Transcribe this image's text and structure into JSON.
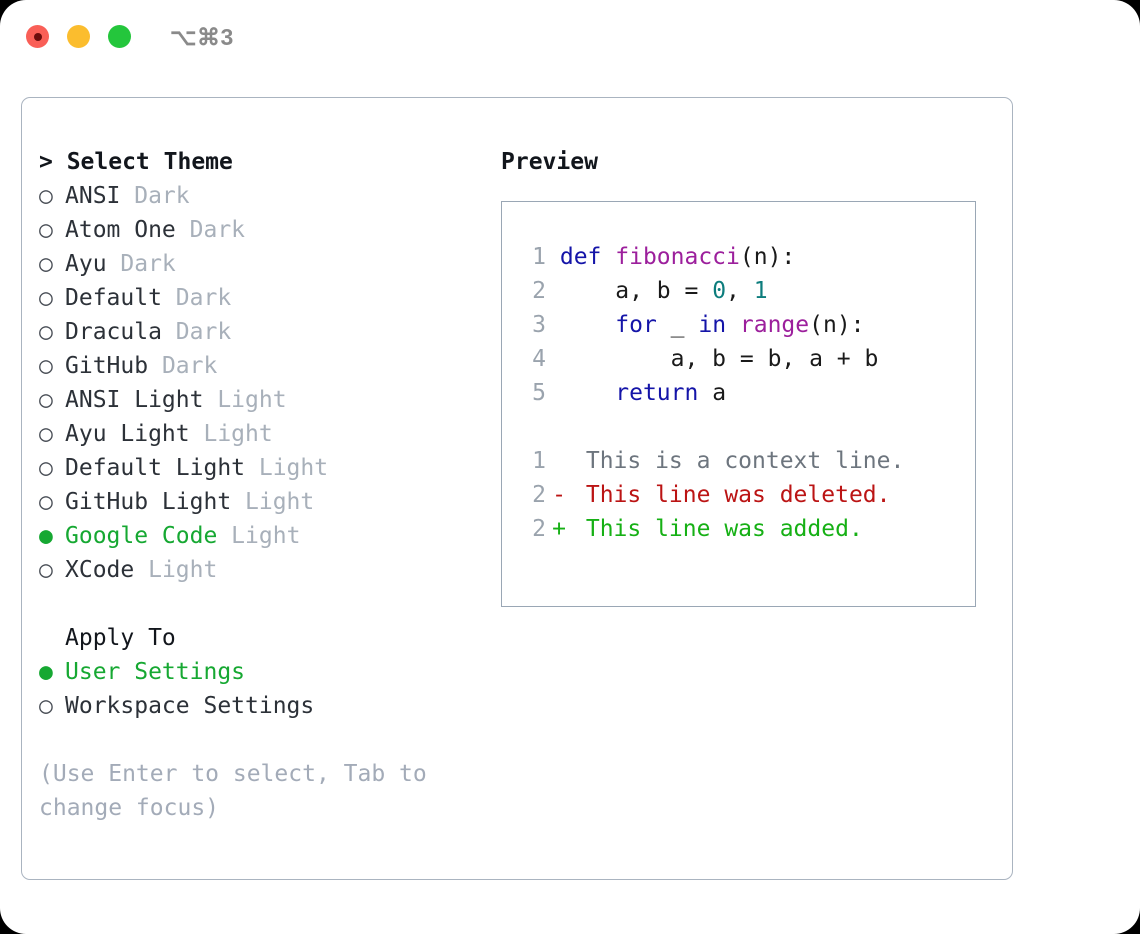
{
  "titlebar": {
    "shortcut": "⌥⌘3",
    "buttons": [
      {
        "name": "close-button",
        "color": "#f95f57"
      },
      {
        "name": "minimize-button",
        "color": "#fbbd2e"
      },
      {
        "name": "maximize-button",
        "color": "#24c63c"
      }
    ]
  },
  "theme_picker": {
    "title": "> Select Theme",
    "marker_selected": "●",
    "marker_unselected": "○",
    "options": [
      {
        "name": "ANSI",
        "variant": "Dark",
        "selected": false
      },
      {
        "name": "Atom One",
        "variant": "Dark",
        "selected": false
      },
      {
        "name": "Ayu",
        "variant": "Dark",
        "selected": false
      },
      {
        "name": "Default",
        "variant": "Dark",
        "selected": false
      },
      {
        "name": "Dracula",
        "variant": "Dark",
        "selected": false
      },
      {
        "name": "GitHub",
        "variant": "Dark",
        "selected": false
      },
      {
        "name": "ANSI Light",
        "variant": "Light",
        "selected": false
      },
      {
        "name": "Ayu Light",
        "variant": "Light",
        "selected": false
      },
      {
        "name": "Default Light",
        "variant": "Light",
        "selected": false
      },
      {
        "name": "GitHub Light",
        "variant": "Light",
        "selected": false
      },
      {
        "name": "Google Code",
        "variant": "Light",
        "selected": true
      },
      {
        "name": "XCode",
        "variant": "Light",
        "selected": false
      }
    ]
  },
  "apply_to": {
    "title": "Apply To",
    "options": [
      {
        "name": "User Settings",
        "selected": true
      },
      {
        "name": "Workspace Settings",
        "selected": false
      }
    ]
  },
  "hint": "(Use Enter to select, Tab to change focus)",
  "preview": {
    "title": "Preview",
    "code_lines": [
      {
        "lineno": "1",
        "tokens": [
          {
            "text": "def ",
            "type": "kw"
          },
          {
            "text": "fibonacci",
            "type": "fn"
          },
          {
            "text": "(n):",
            "type": "punc"
          }
        ]
      },
      {
        "lineno": "2",
        "tokens": [
          {
            "text": "    a, b = ",
            "type": "plain"
          },
          {
            "text": "0",
            "type": "num"
          },
          {
            "text": ", ",
            "type": "punc"
          },
          {
            "text": "1",
            "type": "num"
          }
        ]
      },
      {
        "lineno": "3",
        "tokens": [
          {
            "text": "    for",
            "type": "kw"
          },
          {
            "text": " _ ",
            "type": "plain"
          },
          {
            "text": "in ",
            "type": "kw"
          },
          {
            "text": "range",
            "type": "fn"
          },
          {
            "text": "(n):",
            "type": "punc"
          }
        ]
      },
      {
        "lineno": "4",
        "tokens": [
          {
            "text": "        a, b = b, a + b",
            "type": "plain"
          }
        ]
      },
      {
        "lineno": "5",
        "tokens": [
          {
            "text": "    return",
            "type": "kw"
          },
          {
            "text": " a",
            "type": "plain"
          }
        ]
      }
    ],
    "diff_lines": [
      {
        "lineno": "1",
        "marker": " ",
        "text": "This is a context line.",
        "type": "context"
      },
      {
        "lineno": "2",
        "marker": "-",
        "text": "This line was deleted.",
        "type": "deleted"
      },
      {
        "lineno": "2",
        "marker": "+",
        "text": "This line was added.",
        "type": "added"
      }
    ]
  },
  "colors": {
    "accent_green": "#16a832",
    "muted_gray": "#a8b0ba",
    "keyword_blue": "#1414a8",
    "function_purple": "#9c1f9c",
    "number_teal": "#0d7d7d",
    "diff_deleted_red": "#bb1414",
    "diff_added_green": "#16b015",
    "border": "#aab4c0"
  }
}
